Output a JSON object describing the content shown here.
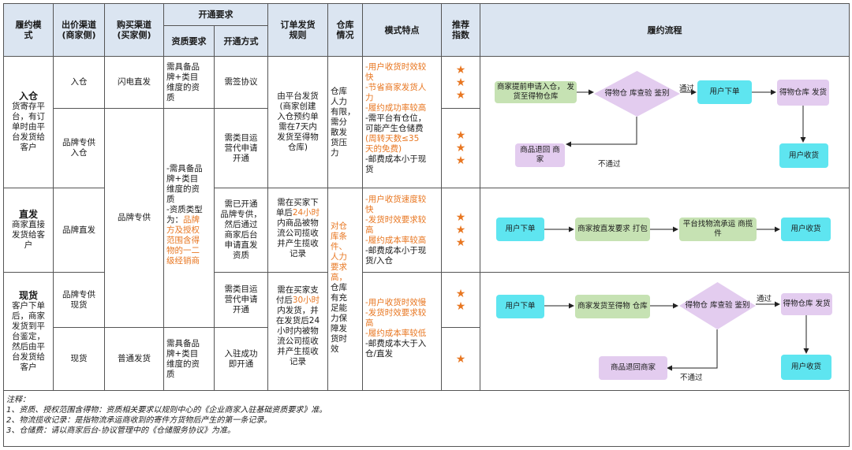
{
  "headers": {
    "mode": "履约模\n式",
    "outbound": "出价渠道\n(商家侧)",
    "purchase": "购买渠道\n(买家侧)",
    "open_req": "开通要求",
    "qualification": "资质要求",
    "open_method": "开通方式",
    "shipping_rule": "订单发货\n规则",
    "warehouse": "仓库\n情况",
    "features": "模式特点",
    "recommend": "推荐\n指数",
    "flow": "履约流程"
  },
  "modes": {
    "ruc_title": "入仓",
    "ruc_desc": "货寄存平\n台，有订\n单时由平\n台发货给\n客户",
    "zhifa_title": "直发",
    "zhifa_desc": "商家直接\n发货给客\n户",
    "xianhuo_title": "现货",
    "xianhuo_desc": "客户下单\n后，商家\n发货到平\n台鉴定，\n然后由平\n台发货给\n客户"
  },
  "outbound": {
    "r1": "入仓",
    "r2": "品牌专供\n入仓",
    "r3": "品牌直发",
    "r4": "品牌专供\n现货",
    "r5": "现货"
  },
  "purchase": {
    "r1": "闪电直发",
    "r2": "品牌专供",
    "r5": "普通发货"
  },
  "qualification": {
    "r1": "需具备品\n牌+类目\n维度的资\n质",
    "r2_pre": "-需具备品\n牌+类目\n维度的资\n质\n-资质类型\n为：",
    "r2_hl": "品牌\n方及授权\n范围含得\n物的一二\n级经销商",
    "r5": "需具备品\n牌+类目\n维度的资\n质"
  },
  "open_method": {
    "r1": "需签协议",
    "r2": "需类目运\n营代申请\n开通",
    "r3": "需已开通\n品牌专供，\n然后通过\n商家后台\n申请直发\n资质",
    "r4": "需类目运\n营代申请\n开通",
    "r5": "入驻成功\n即开通"
  },
  "shipping": {
    "r1": "由平台发货\n(商家创建\n入仓预约单\n需在7天内\n发货至得物\n仓库)",
    "r3_a": "需在买家下\n单后",
    "r3_hl": "24小时",
    "r3_b": "\n内商品被物\n流公司揽收\n并产生揽收\n记录",
    "r4_a": "需在买家支\n付后",
    "r4_hl": "30小时",
    "r4_b": "\n内发货，并\n在发货后24\n小时内被物\n流公司揽收\n并产生揽收\n记录"
  },
  "warehouse": {
    "r1": "仓库\n人力\n有限，\n需分\n散发\n货压\n力",
    "r3_hl": "对仓\n库条\n件、\n人力\n要求\n高，",
    "r3_b": "\n仓库\n有充\n足能\n力保\n障发\n货时\n效"
  },
  "features": {
    "r1_hl": "-用户收货时效较\n快\n-节省商家发货人\n力\n-履约成功率较高",
    "r1_b": "\n-需平台有仓位，\n可能产生仓储费\n",
    "r1_hl2": "(周转天数≤35\n天的免费)",
    "r1_c": "\n-邮费成本小于现\n货",
    "r3_hl": "-用户收货速度较\n快\n-发货时效要求较\n高\n-履约成本率较高",
    "r3_b": "\n-邮费成本小于现\n货/入仓",
    "r4_hl": "-用户收货时效慢\n-发货时效要求较\n高\n-履约成本率较低",
    "r4_b": "\n-邮费成本大于入\n仓/直发"
  },
  "stars": {
    "r1": "★\n★\n★",
    "r2": "★\n★\n★",
    "r3": "★\n★\n★",
    "r4": "★\n★",
    "r5": "★"
  },
  "flow1": {
    "step1": "商家提前申请入仓，\n发货至得物仓库",
    "check": "得物仓\n库查验\n鉴别",
    "pass": "通过",
    "order": "用户下单",
    "ship": "得物仓库\n发货",
    "receive": "用户收货",
    "fail": "不通过",
    "return": "商品退回\n商家"
  },
  "flow2": {
    "order": "用户下单",
    "pack": "商家按直发要求\n打包",
    "pickup": "平台找物流承运\n商揽件",
    "receive": "用户收货"
  },
  "flow3": {
    "order": "用户下单",
    "send": "商家发货至得物\n仓库",
    "check": "得物仓\n库查验\n鉴别",
    "pass": "通过",
    "ship": "得物仓库\n发货",
    "receive": "用户收货",
    "fail": "不通过",
    "return": "商品退回商家"
  },
  "notes": {
    "title": "注释：",
    "n1": "1、资质、授权范围含得物：资质相关要求以规则中心的《企业商家入驻基础资质要求》准。",
    "n2": "2、物流揽收记录：是指物流承运商收到的寄件方货物后产生的第一条记录。",
    "n3": "3、仓储费：请以商家后台-协议管理中的《仓储服务协议》为准。"
  },
  "colors": {
    "header_bg": "#dbe5f1",
    "highlight": "#e87722",
    "teal": "#5ee5f0",
    "green": "#c6e2b3",
    "lavender": "#e3ccef"
  }
}
